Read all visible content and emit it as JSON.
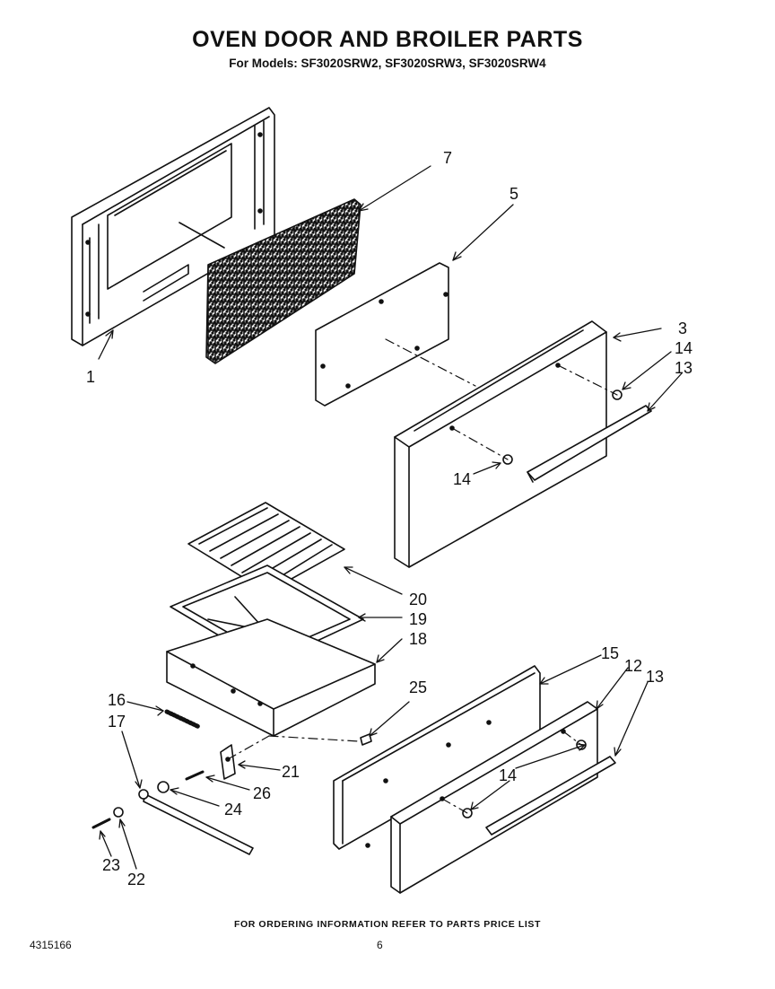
{
  "header": {
    "title": "OVEN DOOR AND BROILER PARTS",
    "subtitle": "For Models: SF3020SRW2, SF3020SRW3, SF3020SRW4"
  },
  "callouts": [
    "1",
    "3",
    "5",
    "7",
    "12",
    "13",
    "13",
    "14",
    "14",
    "14",
    "15",
    "16",
    "17",
    "18",
    "19",
    "20",
    "21",
    "22",
    "23",
    "24",
    "25",
    "26"
  ],
  "footer": {
    "note": "FOR ORDERING INFORMATION REFER TO PARTS PRICE LIST",
    "doc_number": "4315166",
    "page_number": "6"
  }
}
